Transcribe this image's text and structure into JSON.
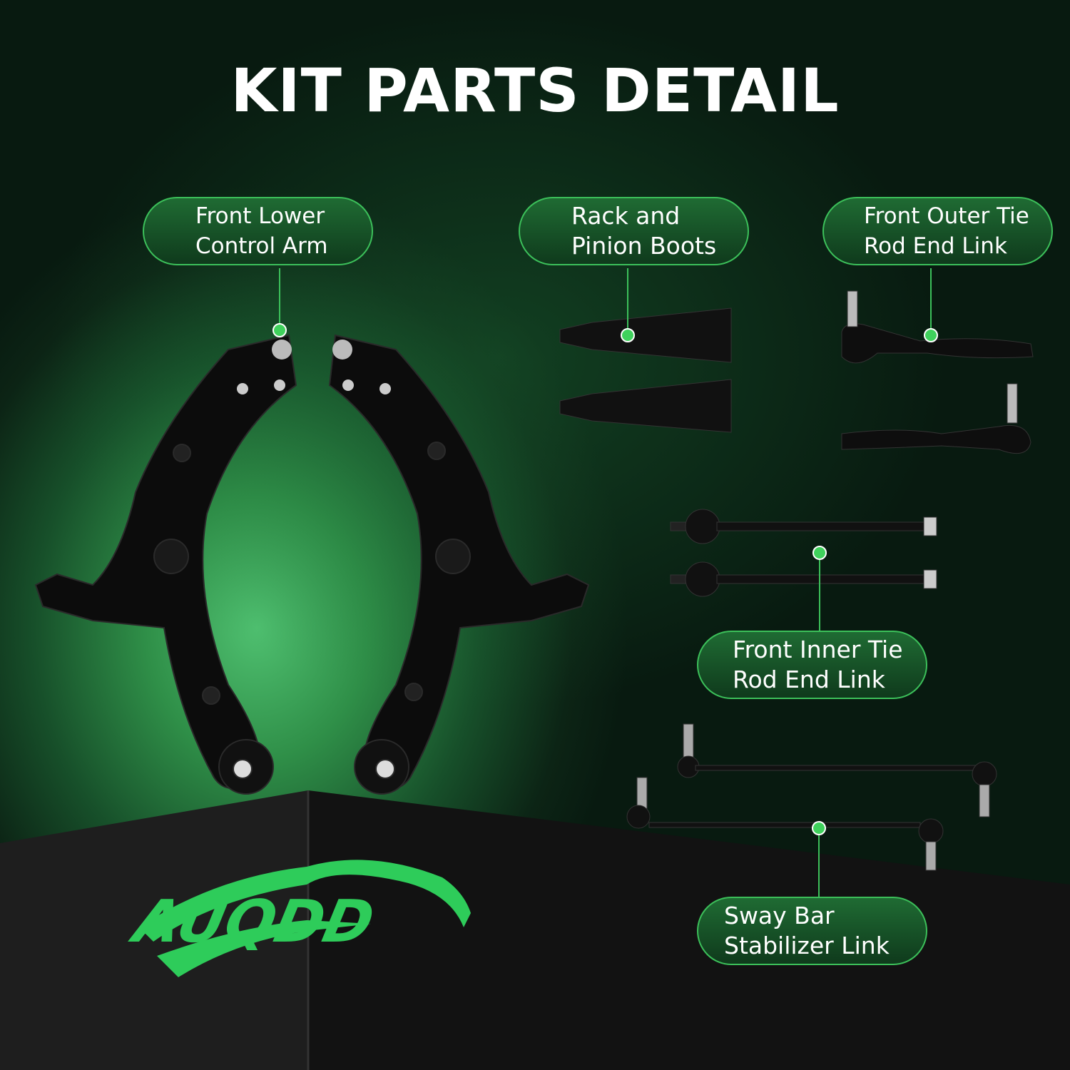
{
  "title": "KIT PARTS DETAIL",
  "brand": {
    "logo_text": "AUQDD",
    "color": "#2ecc5a"
  },
  "accent_color": "#3cc05a",
  "labels": [
    {
      "line1": "Front Lower",
      "line2": "Control Arm"
    },
    {
      "line1": "Rack and",
      "line2": "Pinion Boots"
    },
    {
      "line1": "Front Outer Tie",
      "line2": "Rod End Link"
    },
    {
      "line1": "Front Inner Tie",
      "line2": "Rod End Link"
    },
    {
      "line1": "Sway Bar",
      "line2": "Stabilizer Link"
    }
  ]
}
